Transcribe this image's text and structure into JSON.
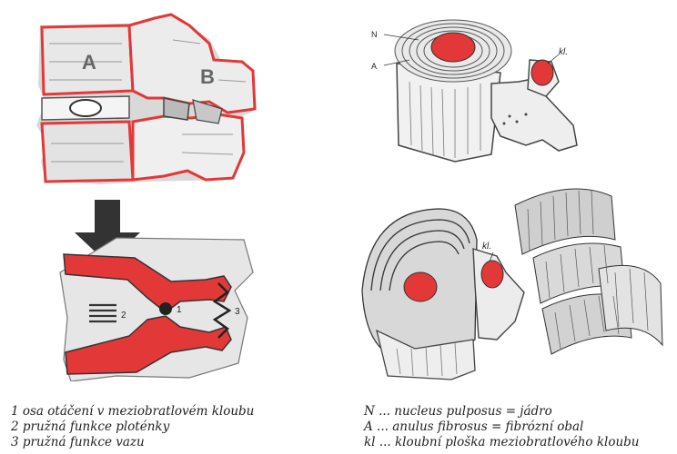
{
  "figure": {
    "panel_a": {
      "label_a": "A",
      "label_b": "B"
    },
    "panel_b": {
      "num1": "1",
      "num2": "2",
      "num3": "3"
    },
    "panel_c": {
      "label_n": "N",
      "label_a": "A",
      "label_kl": "kl."
    },
    "panel_d": {
      "label_kl": "kl."
    },
    "left_caption": [
      "1 osa otáčení v meziobratlovém kloubu",
      "2 pružná funkce ploténky",
      "3 pružná funkce vazu"
    ],
    "right_caption": [
      "N ... nucleus pulposus = jádro",
      "A ... anulus fibrosus = fibrózní obal",
      "kl ... kloubní ploška meziobratlového kloubu"
    ],
    "colors": {
      "accent": "#e23838",
      "ink": "#333333",
      "bone": "#e6e6e6"
    }
  }
}
